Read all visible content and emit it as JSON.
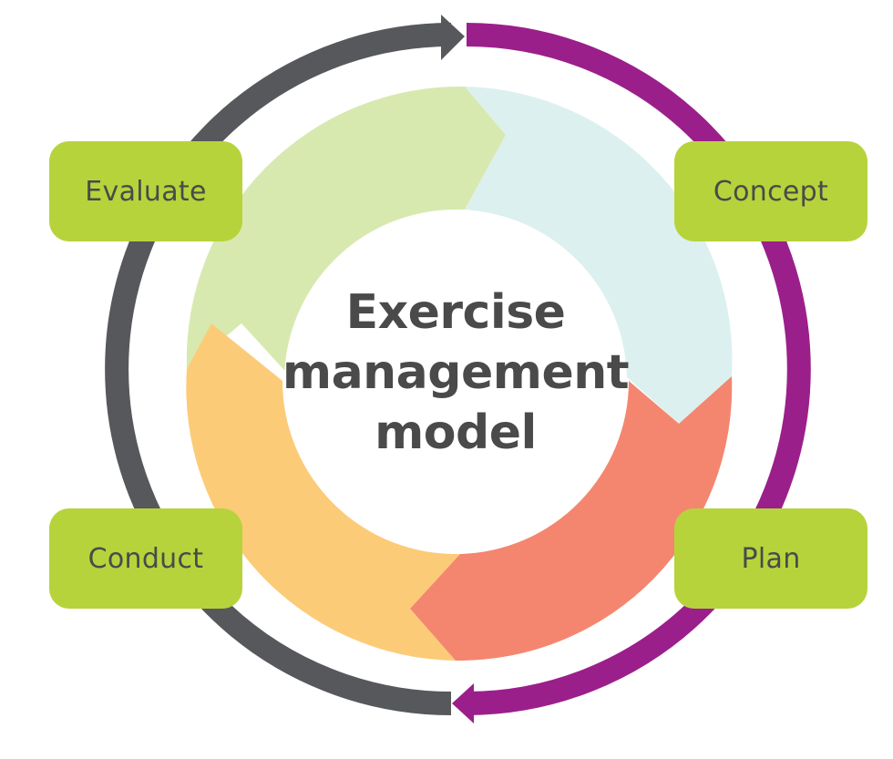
{
  "title_lines": [
    "Exercise",
    "management",
    "model"
  ],
  "stages": {
    "evaluate": "Evaluate",
    "concept": "Concept",
    "conduct": "Conduct",
    "plan": "Plan"
  },
  "colors": {
    "box_fill": "#b7d33b",
    "text": "#4a4a4a",
    "outer_arc_purple": "#9b1f8a",
    "outer_arc_gray": "#56585b",
    "segment_evaluate": "#d8e9b0",
    "segment_concept": "#dcf0ef",
    "segment_plan": "#f48670",
    "segment_conduct": "#fccb78"
  }
}
